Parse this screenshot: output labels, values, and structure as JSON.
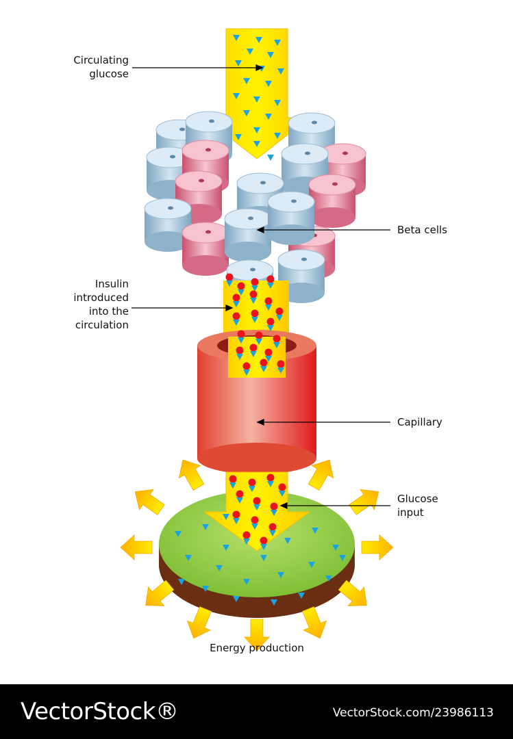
{
  "labels": {
    "circulating_glucose": [
      "Circulating",
      "glucose"
    ],
    "beta_cells": "Beta cells",
    "insulin": [
      "Insulin",
      "introduced",
      "into the",
      "circulation"
    ],
    "capillary": "Capillary",
    "glucose_input": [
      "Glucose",
      "input"
    ],
    "energy_production": "Energy production"
  },
  "footer": {
    "brand": "VectorStock®",
    "image_id": "VectorStock.com/23986113"
  },
  "colors": {
    "arrow_yellow": "#ffe600",
    "arrow_orange": "#ffb400",
    "glucose_blue": "#1ba3e0",
    "insulin_red": "#e8141c",
    "beta_cell_blue": "#a8c8dc",
    "beta_cell_pink": "#e89aaa",
    "capillary_red": "#e5322b",
    "cell_green": "#8ec63f",
    "cell_brown": "#7a3b1a"
  }
}
